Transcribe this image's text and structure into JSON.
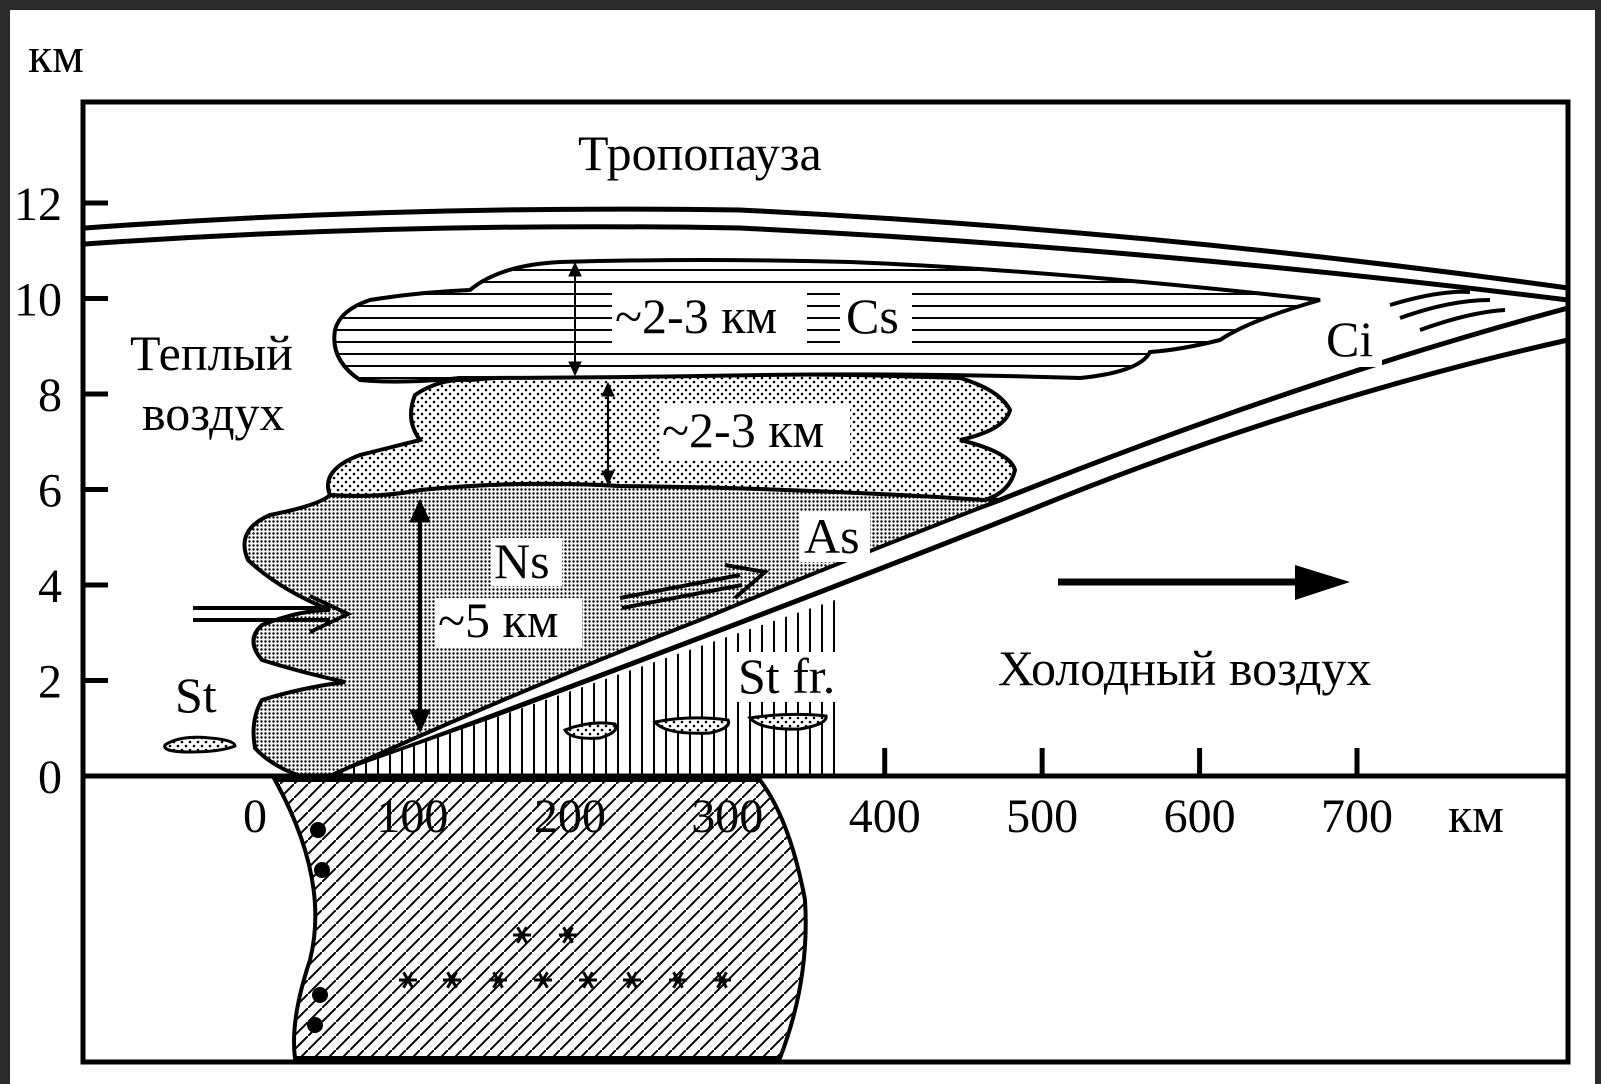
{
  "title": "Тропопауза",
  "y_axis": {
    "unit": "км",
    "ticks": [
      "0",
      "2",
      "4",
      "6",
      "8",
      "10",
      "12"
    ]
  },
  "x_axis": {
    "unit": "км",
    "ticks": [
      "0",
      "100",
      "200",
      "300",
      "400",
      "500",
      "600",
      "700"
    ]
  },
  "labels": {
    "warm_air_line1": "Теплый",
    "warm_air_line2": "воздух",
    "cold_air": "Холодный воздух",
    "cs": "Cs",
    "ci": "Ci",
    "as": "As",
    "ns": "Ns",
    "st": "St",
    "st_fr": "St fr.",
    "thickness_cs": "~2-3 км",
    "thickness_as": "~2-3 км",
    "thickness_ns": "~5 км"
  },
  "colors": {
    "frame": "#000000",
    "background": "#ffffff",
    "border": "#2b2b2b"
  }
}
